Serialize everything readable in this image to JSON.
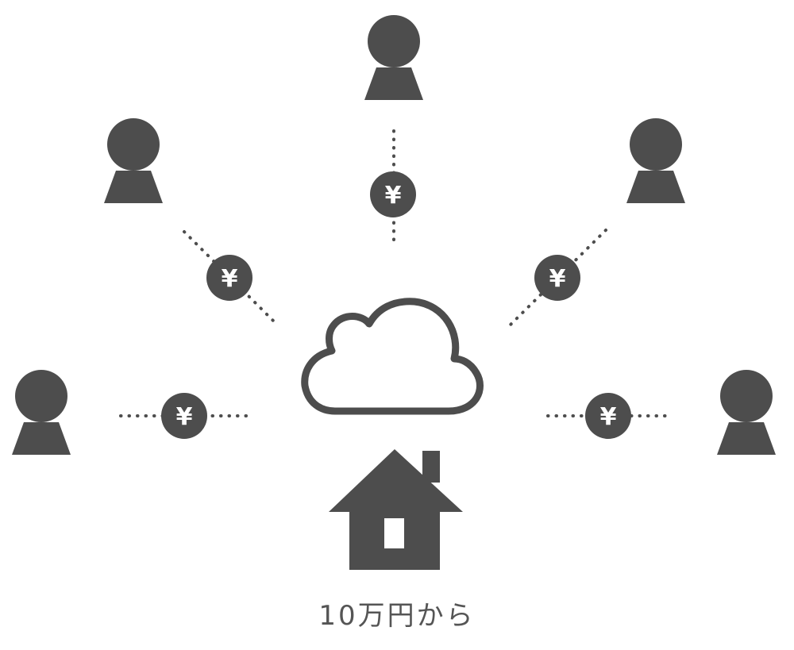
{
  "colors": {
    "ink": "#4d4d4d",
    "background": "#ffffff"
  },
  "people": [
    {
      "name": "investor-top"
    },
    {
      "name": "investor-upper-left"
    },
    {
      "name": "investor-upper-right"
    },
    {
      "name": "investor-left"
    },
    {
      "name": "investor-right"
    }
  ],
  "yen_symbol": "¥",
  "icons": [
    "person-icon",
    "yen-coin-icon",
    "cloud-icon",
    "house-icon"
  ],
  "caption": "10万円から"
}
